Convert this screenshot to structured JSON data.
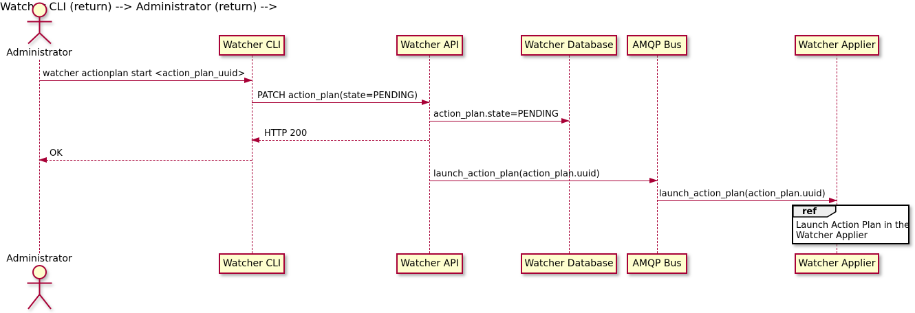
{
  "actor": {
    "label": "Administrator"
  },
  "participants": [
    {
      "label": "Watcher CLI"
    },
    {
      "label": "Watcher API"
    },
    {
      "label": "Watcher Database"
    },
    {
      "label": "AMQP Bus"
    },
    {
      "label": "Watcher Applier"
    }
  ],
  "messages": [
    {
      "from": "Administrator",
      "to": "Watcher CLI",
      "label": "watcher actionplan start <action_plan_uuid>",
      "line": "solid",
      "direction": "right"
    },
    {
      "from": "Watcher CLI",
      "to": "Watcher API",
      "label": "PATCH action_plan(state=PENDING)",
      "line": "solid",
      "direction": "right"
    },
    {
      "from": "Watcher API",
      "to": "Watcher Database",
      "label": "action_plan.state=PENDING",
      "line": "solid",
      "direction": "right"
    },
    {
      "from": "Watcher API",
      "to": "Watcher CLI",
      "label": "HTTP 200",
      "line": "dashed",
      "direction": "left"
    },
    {
      "from": "Watcher CLI",
      "to": "Administrator",
      "label": "OK",
      "line": "dashed",
      "direction": "left"
    },
    {
      "from": "Watcher API",
      "to": "AMQP Bus",
      "label": "launch_action_plan(action_plan.uuid)",
      "line": "solid",
      "direction": "right"
    },
    {
      "from": "AMQP Bus",
      "to": "Watcher Applier",
      "label": "launch_action_plan(action_plan.uuid)",
      "line": "solid",
      "direction": "right"
    }
  ],
  "ref_fragment": {
    "keyword": "ref",
    "over": "Watcher Applier",
    "lines": [
      "Launch Action Plan in the",
      "Watcher Applier"
    ]
  },
  "colors": {
    "participant_fill": "#FEFECE",
    "line": "#A80036",
    "text": "#000000",
    "ref_header_fill": "#EEEEEE",
    "ref_border": "#000000",
    "background": "#FFFFFF"
  }
}
